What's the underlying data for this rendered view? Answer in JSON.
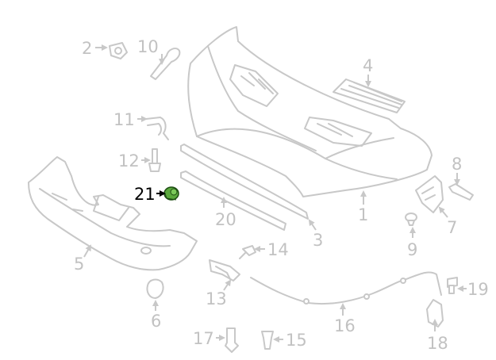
{
  "diagram": {
    "highlight_color": "#5aa83c",
    "line_color": "#c8c8c8",
    "highlighted_part": "21",
    "labels": {
      "p1": "1",
      "p2": "2",
      "p3": "3",
      "p4": "4",
      "p5": "5",
      "p6": "6",
      "p7": "7",
      "p8": "8",
      "p9": "9",
      "p10": "10",
      "p11": "11",
      "p12": "12",
      "p13": "13",
      "p14": "14",
      "p15": "15",
      "p16": "16",
      "p17": "17",
      "p18": "18",
      "p19": "19",
      "p20": "20",
      "p21": "21"
    }
  }
}
